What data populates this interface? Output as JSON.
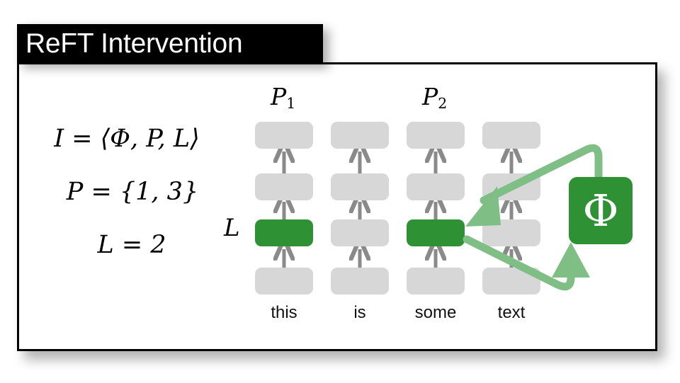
{
  "figure": {
    "title": "ReFT Intervention",
    "colors": {
      "banner_bg": "#000000",
      "banner_text": "#ffffff",
      "panel_border": "#000000",
      "panel_bg": "#ffffff",
      "block_inactive": "#d7d7d7",
      "block_active": "#2e9235",
      "arrow_grey": "#8a8a8a",
      "arrow_green": "#7fbe84",
      "phi_box": "#2e9235",
      "phi_glyph": "#ffffff"
    }
  },
  "formulas": [
    {
      "id": "intervention-definition",
      "text": "I = ⟨Φ, P, L⟩"
    },
    {
      "id": "positions",
      "text": "P = {1, 3}"
    },
    {
      "id": "layer",
      "text": "L = 2"
    }
  ],
  "labels": {
    "layer_marker": "L",
    "position_1": "P",
    "position_1_sub": "1",
    "position_2": "P",
    "position_2_sub": "2",
    "phi": "Φ"
  },
  "tokens": [
    "this",
    "is",
    "some",
    "text"
  ],
  "grid": {
    "rows": 4,
    "columns": 4,
    "active_layer_index": 2,
    "active_column_indices": [
      0,
      2
    ],
    "block_states": [
      [
        "inactive",
        "inactive",
        "inactive",
        "inactive"
      ],
      [
        "inactive",
        "inactive",
        "inactive",
        "inactive"
      ],
      [
        "active",
        "inactive",
        "active",
        "inactive"
      ],
      [
        "inactive",
        "inactive",
        "inactive",
        "inactive"
      ]
    ]
  },
  "connections": [
    {
      "id": "hidden-state-to-phi",
      "from": "block-r2-c2",
      "to": "phi-box",
      "direction": "out"
    },
    {
      "id": "phi-to-hidden-state",
      "from": "phi-box",
      "to": "block-r2-c2",
      "direction": "in"
    }
  ]
}
